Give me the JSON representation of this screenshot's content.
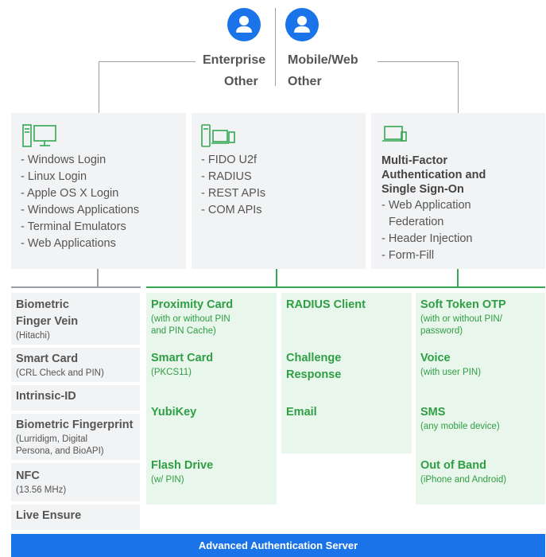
{
  "top": {
    "enterprise_label_1": "Enterprise",
    "enterprise_label_2": "Other",
    "mobile_label_1": "Mobile/Web",
    "mobile_label_2": "Other"
  },
  "boxes": {
    "left": {
      "items": [
        "- Windows Login",
        "- Linux Login",
        "- Apple OS X Login",
        "- Windows Applications",
        "- Terminal Emulators",
        "- Web Applications"
      ]
    },
    "middle": {
      "items": [
        "- FIDO U2f",
        "- RADIUS",
        "- REST APIs",
        "- COM APIs"
      ]
    },
    "right": {
      "heading_1": "Multi-Factor",
      "heading_2": "Authentication and",
      "heading_3": "Single Sign-On",
      "items": [
        "- Web Application",
        "Federation",
        "- Header Injection",
        "- Form-Fill"
      ]
    }
  },
  "gray_methods": [
    {
      "title_1": "Biometric",
      "title_2": "Finger Vein",
      "sub_1": "(Hitachi)"
    },
    {
      "title_1": "Smart Card",
      "sub_1": "(CRL Check and PIN)"
    },
    {
      "title_1": "Intrinsic-ID"
    },
    {
      "title_1": "Biometric Fingerprint",
      "sub_1": "(Lurridigm, Digital",
      "sub_2": "Persona, and BioAPI)"
    },
    {
      "title_1": "NFC",
      "sub_1": "(13.56 MHz)"
    },
    {
      "title_1": "Live Ensure"
    }
  ],
  "green_col1": [
    {
      "title_1": "Proximity Card",
      "sub_1": "(with or without PIN",
      "sub_2": "and PIN Cache)"
    },
    {
      "title_1": "Smart Card",
      "sub_1": "(PKCS11)"
    },
    {
      "title_1": "YubiKey"
    },
    {
      "title_1": "Flash Drive",
      "sub_1": "(w/ PIN)"
    }
  ],
  "green_col2": [
    {
      "title_1": "RADIUS Client"
    },
    {
      "title_1": "Challenge",
      "title_2": "Response"
    },
    {
      "title_1": "Email"
    }
  ],
  "green_col3": [
    {
      "title_1": "Soft Token OTP",
      "sub_1": "(with or without PIN/",
      "sub_2": "password)"
    },
    {
      "title_1": "Voice",
      "sub_1": "(with user PIN)"
    },
    {
      "title_1": "SMS",
      "sub_1": "(any mobile device)"
    },
    {
      "title_1": "Out of Band",
      "sub_1": "(iPhone and Android)"
    }
  ],
  "server": {
    "label": "Advanced Authentication Server"
  },
  "colors": {
    "blue": "#1a73e8",
    "green": "#34a853",
    "green_text": "#2f9e44",
    "gray_bg": "#f2f3f4"
  },
  "icons": {
    "user": "user-icon",
    "desktop": "desktop-tower-monitor-icon",
    "devices": "phone-laptop-icon",
    "laptop": "laptop-icon"
  }
}
